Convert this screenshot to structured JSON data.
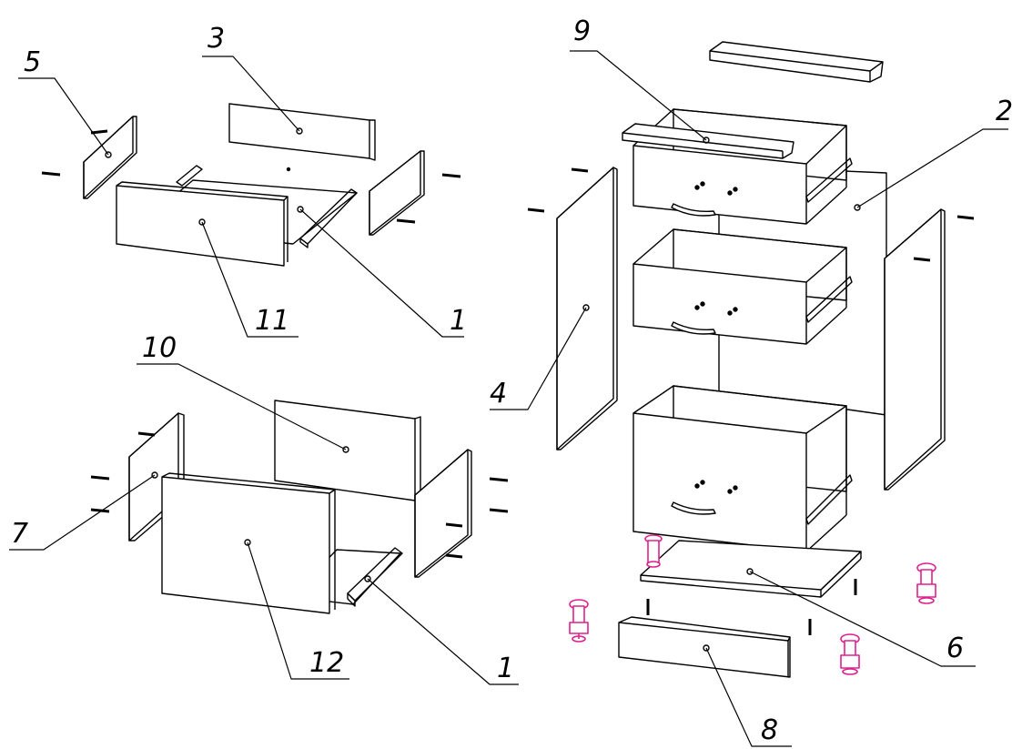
{
  "callouts": {
    "c5": "5",
    "c3": "3",
    "c9": "9",
    "c2": "2",
    "c11": "11",
    "c1a": "1",
    "c10": "10",
    "c4": "4",
    "c7": "7",
    "c12": "12",
    "c1b": "1",
    "c6": "6",
    "c8": "8"
  },
  "colors": {
    "line": "#000000",
    "leveling_feet": "#e0208c"
  }
}
